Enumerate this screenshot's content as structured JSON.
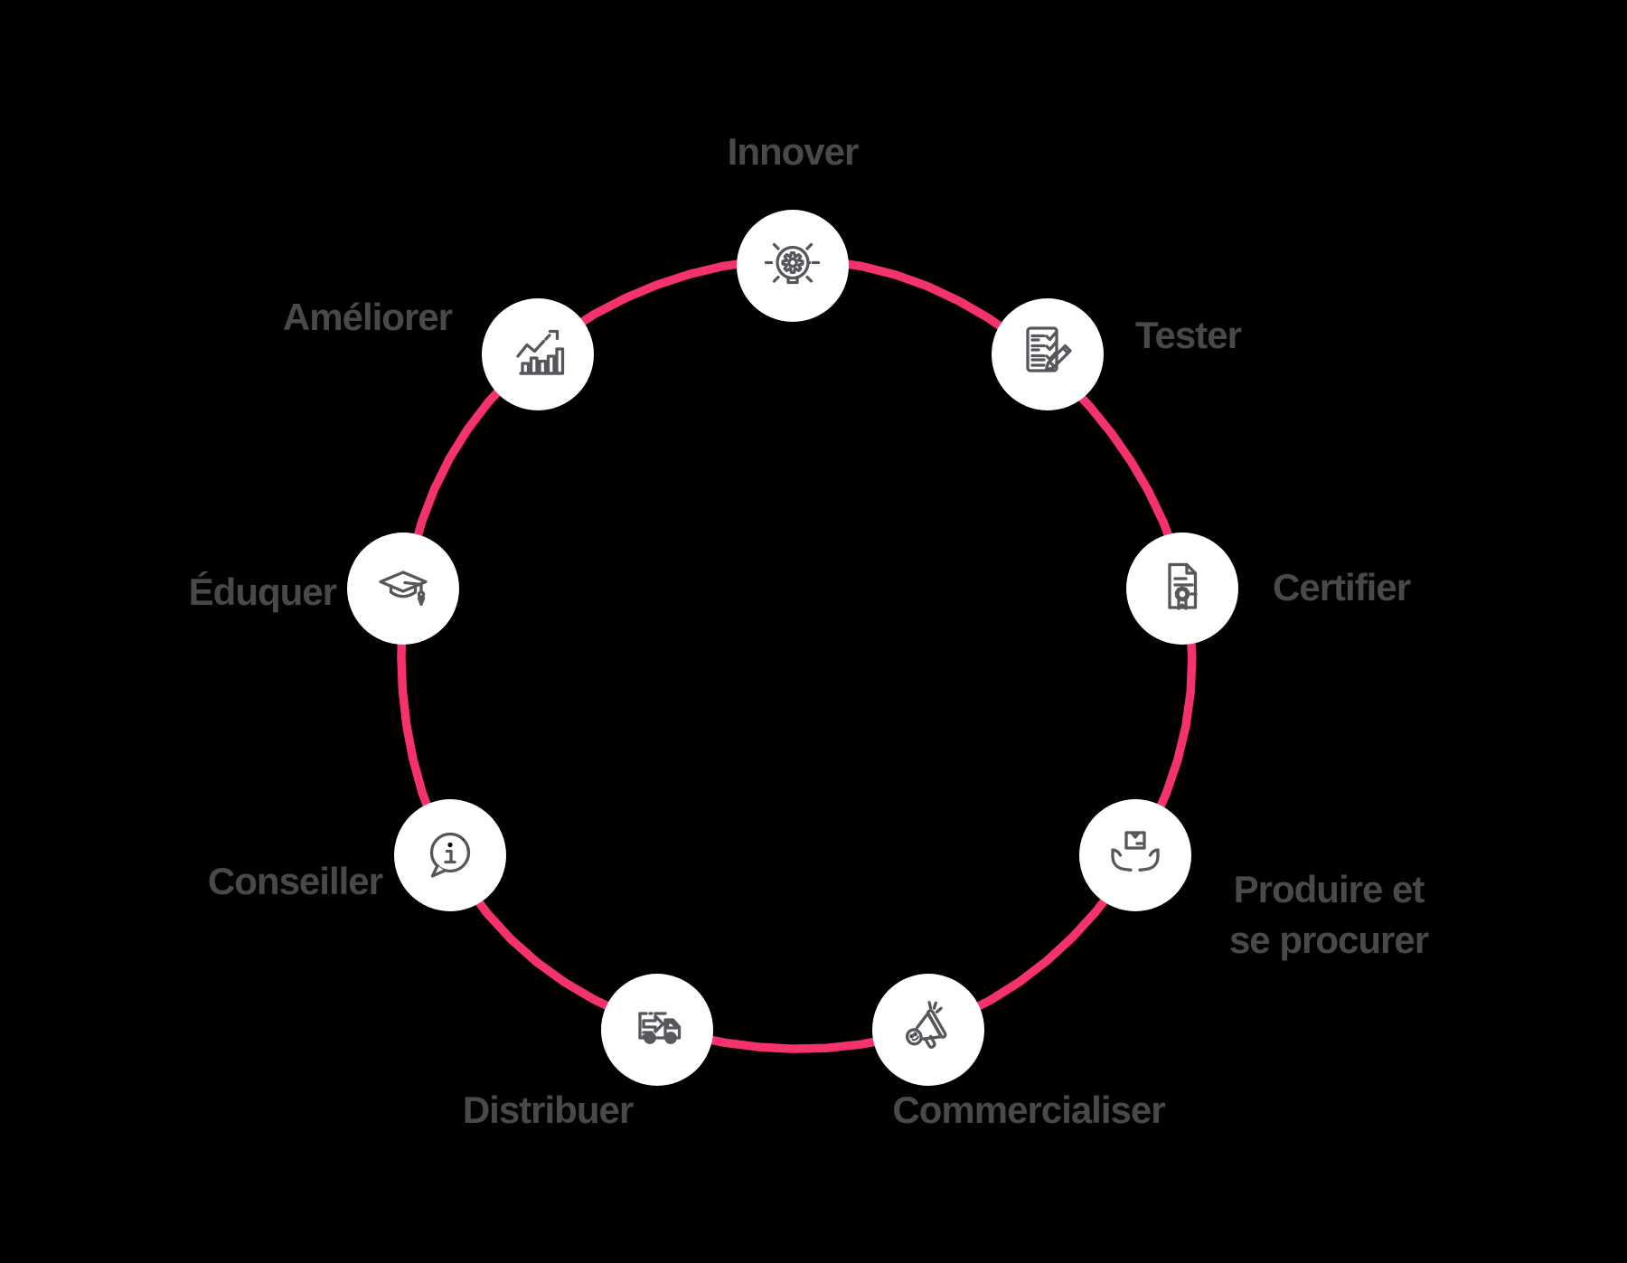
{
  "colors": {
    "background": "#000000",
    "ring": "#F5326C",
    "node_fill": "#FFFFFF",
    "label": "#49494B",
    "icon": "#56575B"
  },
  "diagram": {
    "type": "cycle",
    "nodes": [
      {
        "id": "innover",
        "label": "Innover",
        "icon": "lightbulb-gear-icon"
      },
      {
        "id": "tester",
        "label": "Tester",
        "icon": "checklist-pencil-icon"
      },
      {
        "id": "certifier",
        "label": "Certifier",
        "icon": "certificate-icon"
      },
      {
        "id": "produire",
        "label": "Produire et",
        "label2": "se procurer",
        "icon": "hands-box-icon"
      },
      {
        "id": "commercialiser",
        "label": "Commercialiser",
        "icon": "megaphone-icon"
      },
      {
        "id": "distribuer",
        "label": "Distribuer",
        "icon": "delivery-truck-icon"
      },
      {
        "id": "conseiller",
        "label": "Conseiller",
        "icon": "info-bubble-icon"
      },
      {
        "id": "eduquer",
        "label": "Éduquer",
        "icon": "graduation-cap-icon"
      },
      {
        "id": "ameliorer",
        "label": "Améliorer",
        "icon": "growth-chart-icon"
      }
    ]
  }
}
